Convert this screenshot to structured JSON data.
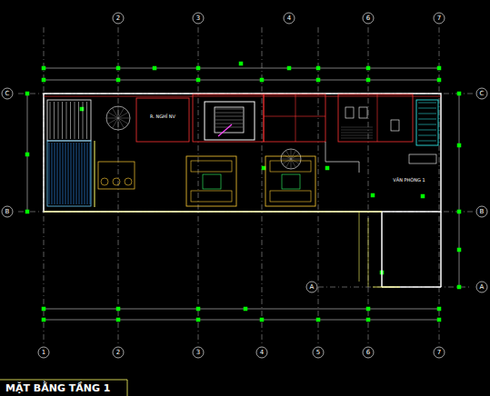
{
  "diagram": {
    "title": "MẶT BẰNG TẦNG 1",
    "nodes": [
      {
        "text": [
          "R. NGHỈ NV"
        ]
      },
      {
        "text": [
          "VĂN PHÒNG 1"
        ]
      }
    ],
    "labels": [
      "2",
      "3",
      "4",
      "6",
      "7",
      "1",
      "2",
      "3",
      "4",
      "5",
      "6",
      "7",
      "C",
      "B",
      "C",
      "B",
      "A",
      "A"
    ]
  }
}
